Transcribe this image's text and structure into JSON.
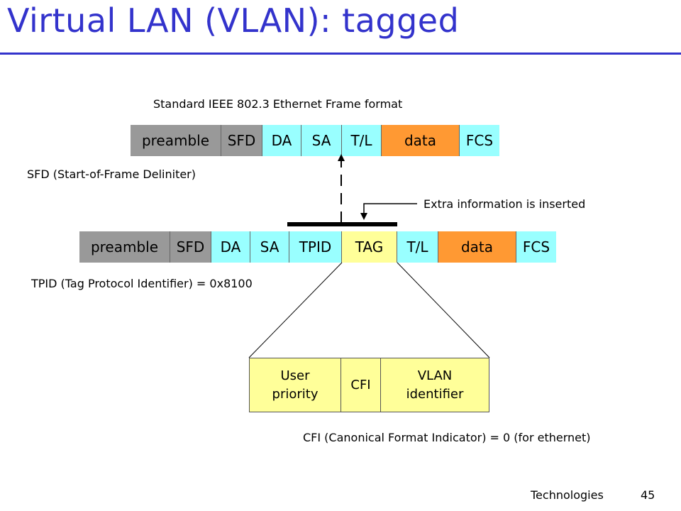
{
  "slide": {
    "title": "Virtual LAN (VLAN): tagged",
    "footer_label": "Technologies",
    "page_number": "45"
  },
  "top_frame": {
    "caption": "Standard IEEE 802.3 Ethernet Frame format",
    "fields": [
      "preamble",
      "SFD",
      "DA",
      "SA",
      "T/L",
      "data",
      "FCS"
    ],
    "note": "SFD (Start-of-Frame Deliniter)"
  },
  "tagged_frame": {
    "fields": [
      "preamble",
      "SFD",
      "DA",
      "SA",
      "TPID",
      "TAG",
      "T/L",
      "data",
      "FCS"
    ],
    "note": "TPID (Tag Protocol Identifier) = 0x8100",
    "insert_note": "Extra information is inserted"
  },
  "tag_detail": {
    "fields": [
      "User priority",
      "CFI",
      "VLAN identifier"
    ],
    "note": "CFI (Canonical Format Indicator) = 0 (for ethernet)"
  },
  "colors": {
    "title": "#3333cc",
    "preamble": "#999999",
    "header_fields": "#99ffff",
    "data": "#ff9933",
    "tag": "#ffff99"
  }
}
